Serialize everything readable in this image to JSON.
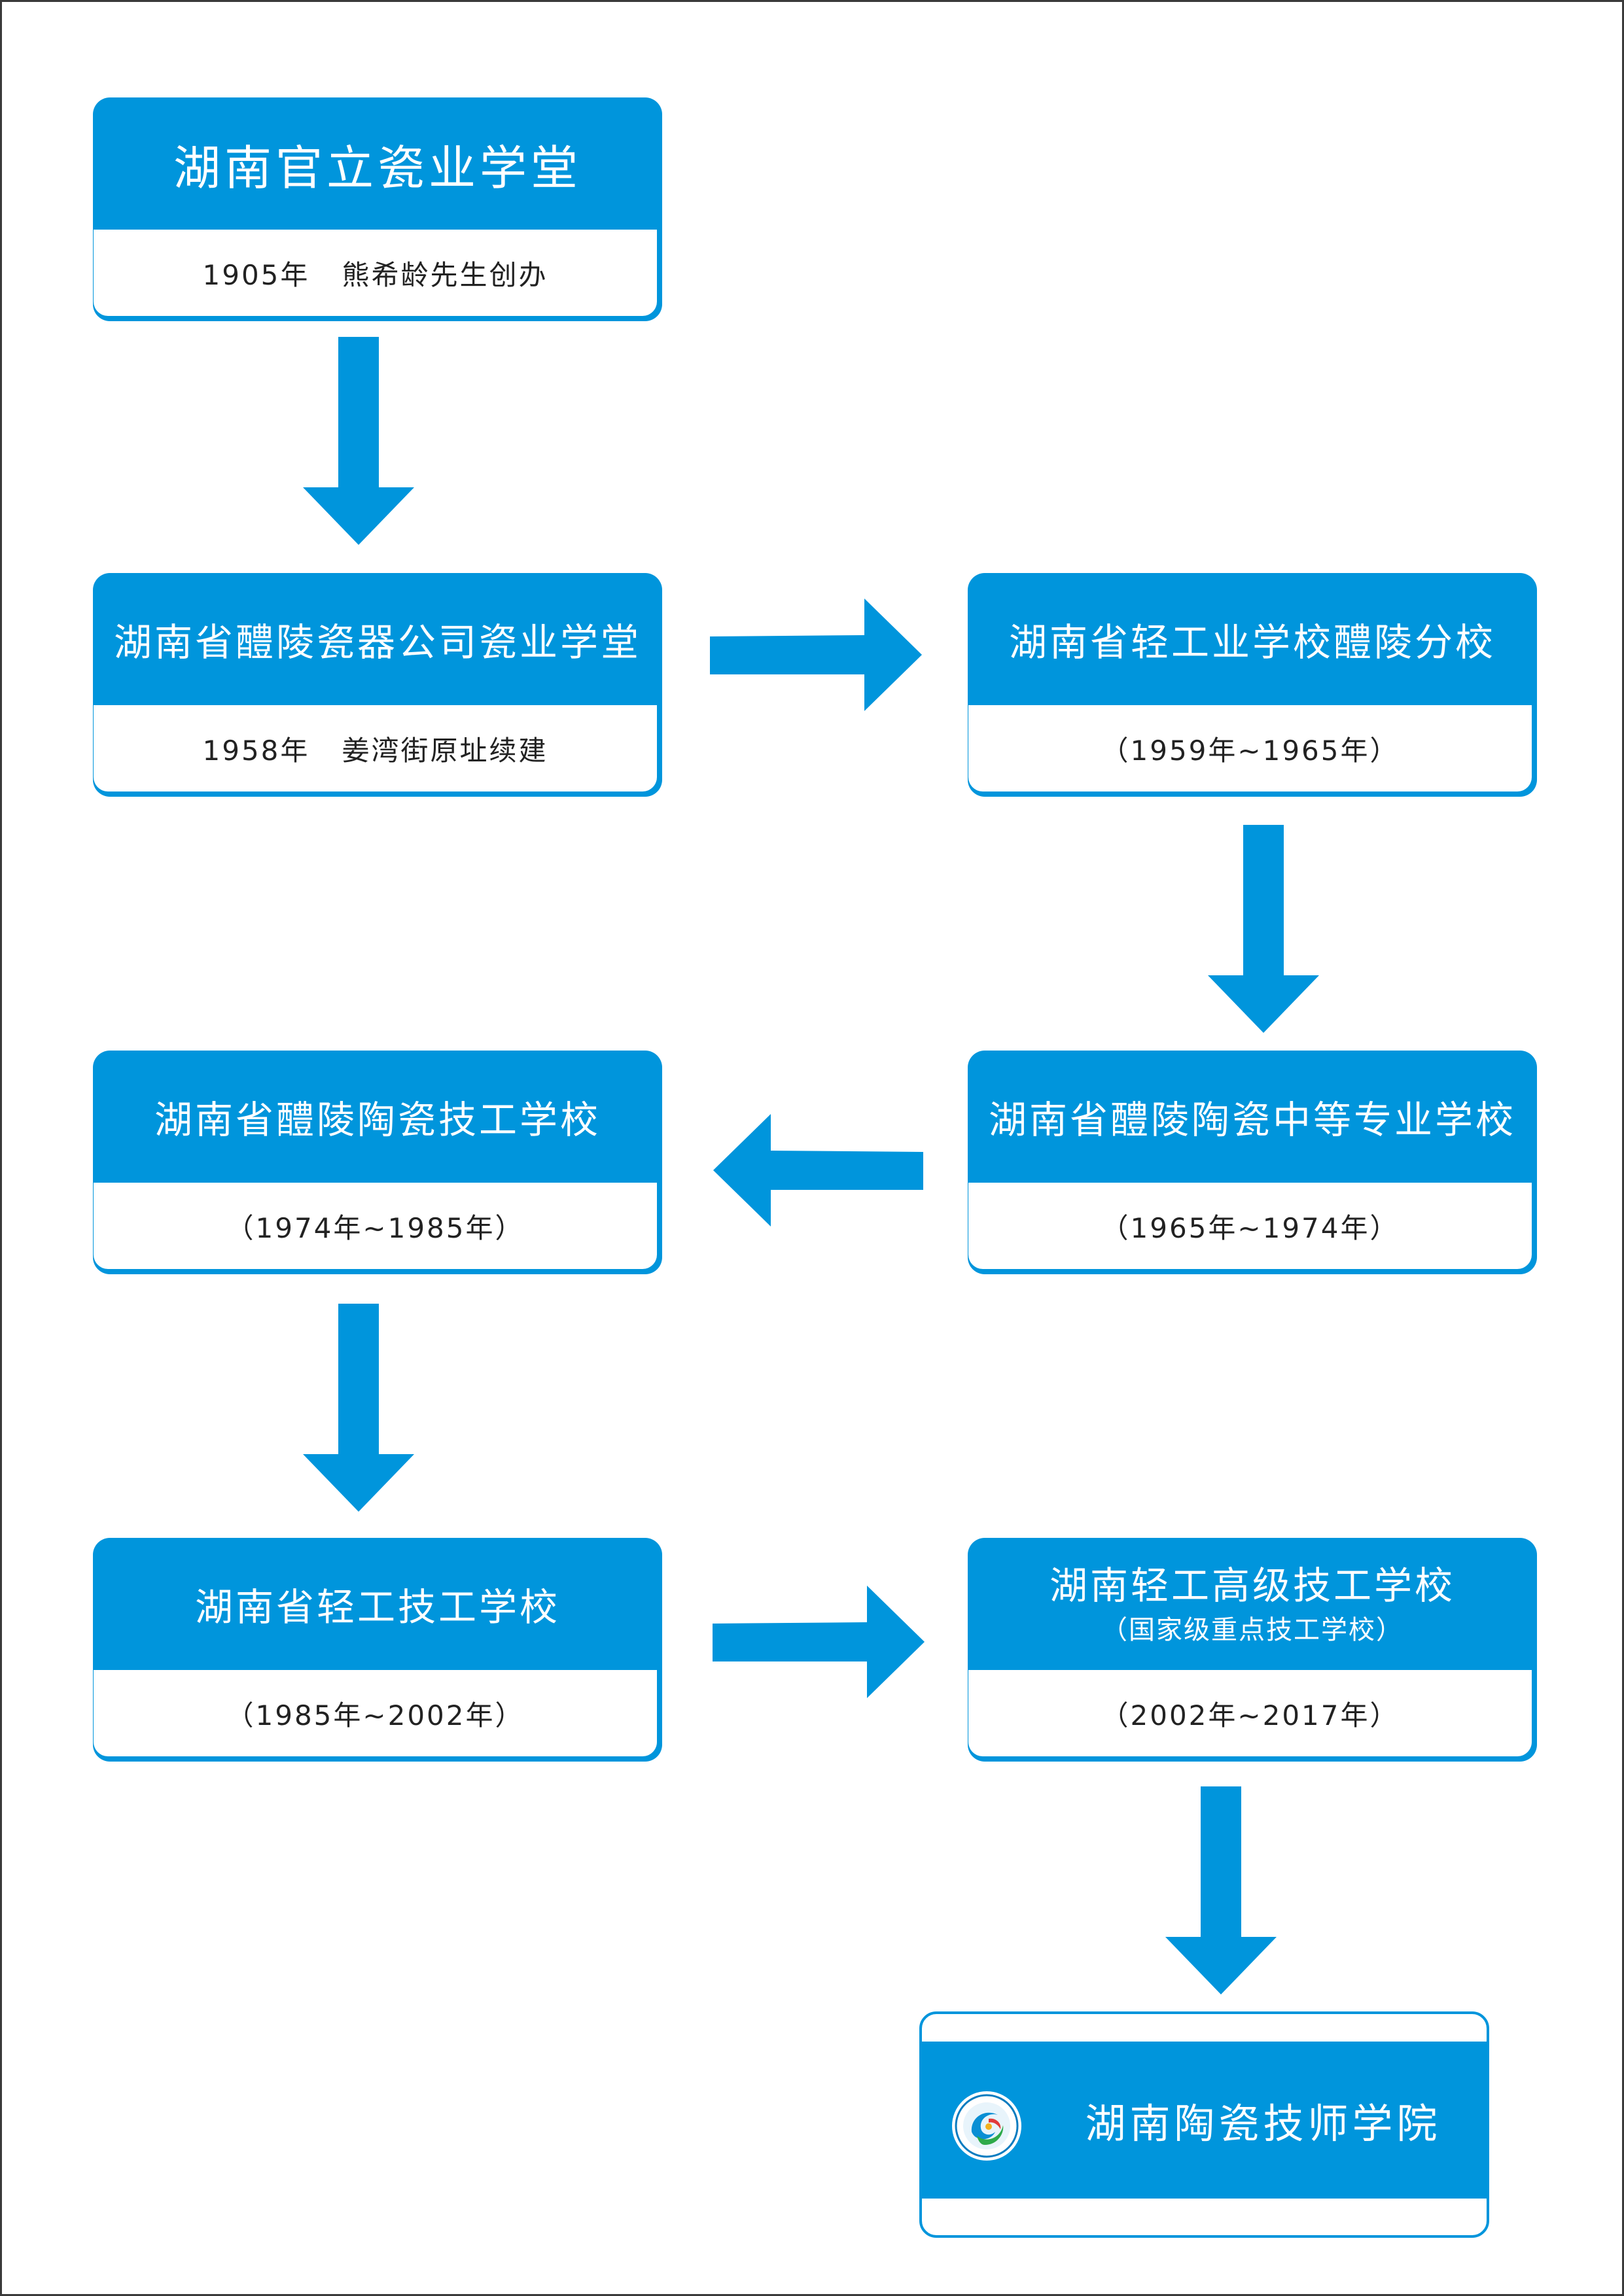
{
  "colors": {
    "primary": "#0095dc",
    "text_dark": "#222222",
    "text_light": "#ffffff"
  },
  "nodes": {
    "n1": {
      "title": "湖南官立瓷业学堂",
      "sub": "1905年   熊希龄先生创办"
    },
    "n2": {
      "title": "湖南省醴陵瓷器公司瓷业学堂",
      "sub": "1958年   姜湾街原址续建"
    },
    "n3": {
      "title": "湖南省轻工业学校醴陵分校",
      "sub": "（1959年~1965年）"
    },
    "n4": {
      "title": "湖南省醴陵陶瓷中等专业学校",
      "sub": "（1965年~1974年）"
    },
    "n5": {
      "title": "湖南省醴陵陶瓷技工学校",
      "sub": "（1974年~1985年）"
    },
    "n6": {
      "title": "湖南省轻工技工学校",
      "sub": "（1985年~2002年）"
    },
    "n7": {
      "title": "湖南轻工高级技工学校",
      "note": "（国家级重点技工学校）",
      "sub": "（2002年~2017年）"
    },
    "n8": {
      "title": "湖南陶瓷技师学院",
      "logo_icon": "college-emblem-icon"
    }
  },
  "edges": [
    {
      "from": "n1",
      "to": "n2",
      "direction": "down"
    },
    {
      "from": "n2",
      "to": "n3",
      "direction": "right"
    },
    {
      "from": "n3",
      "to": "n4",
      "direction": "down"
    },
    {
      "from": "n4",
      "to": "n5",
      "direction": "left"
    },
    {
      "from": "n5",
      "to": "n6",
      "direction": "down"
    },
    {
      "from": "n6",
      "to": "n7",
      "direction": "right"
    },
    {
      "from": "n7",
      "to": "n8",
      "direction": "down"
    }
  ]
}
